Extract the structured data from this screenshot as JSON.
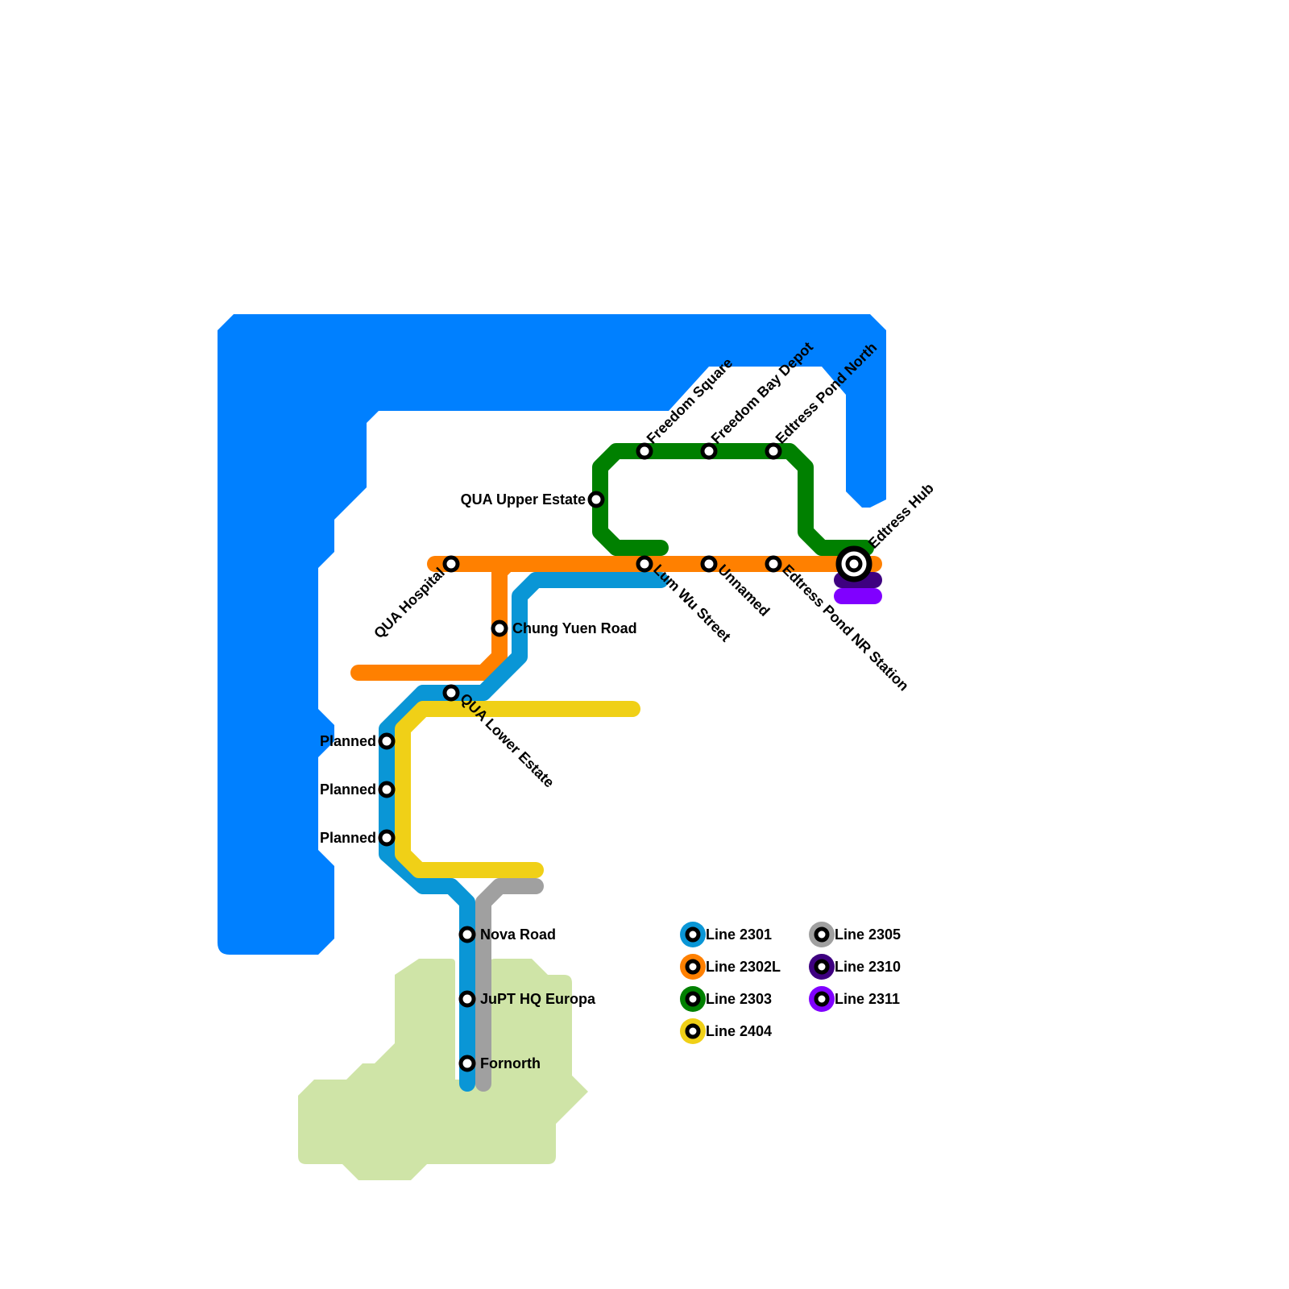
{
  "map": {
    "colors": {
      "water": "#0080ff",
      "park": "#cfe4a7",
      "station_fill": "#ffffff",
      "station_stroke": "#000000"
    },
    "lines": [
      {
        "id": "2301",
        "name": "Line 2301",
        "color": "#0a96d6"
      },
      {
        "id": "2302L",
        "name": "Line 2302L",
        "color": "#ff8000"
      },
      {
        "id": "2303",
        "name": "Line 2303",
        "color": "#008000"
      },
      {
        "id": "2404",
        "name": "Line 2404",
        "color": "#f0d017"
      },
      {
        "id": "2305",
        "name": "Line 2305",
        "color": "#a0a0a0"
      },
      {
        "id": "2310",
        "name": "Line 2310",
        "color": "#3e0080"
      },
      {
        "id": "2311",
        "name": "Line 2311",
        "color": "#8000ff"
      }
    ],
    "stations": [
      {
        "name": "Freedom Square",
        "lines": [
          "2303",
          "2302L"
        ]
      },
      {
        "name": "Freedom Bay Depot",
        "lines": [
          "2303"
        ]
      },
      {
        "name": "Edtress Pond North",
        "lines": [
          "2303"
        ]
      },
      {
        "name": "Edtress Hub",
        "lines": [
          "2302L",
          "2303",
          "2310",
          "2311"
        ],
        "interchange": true
      },
      {
        "name": "QUA Upper Estate",
        "lines": [
          "2303"
        ]
      },
      {
        "name": "QUA Hospital",
        "lines": [
          "2302L"
        ]
      },
      {
        "name": "Lum Wu Street",
        "lines": [
          "2302L"
        ]
      },
      {
        "name": "Unnamed",
        "lines": [
          "2302L"
        ]
      },
      {
        "name": "Edtress Pond NR Station",
        "lines": [
          "2302L"
        ]
      },
      {
        "name": "Chung Yuen Road",
        "lines": [
          "2302L",
          "2301"
        ]
      },
      {
        "name": "QUA Lower Estate",
        "lines": [
          "2301"
        ]
      },
      {
        "name": "Planned",
        "lines": [
          "2301"
        ]
      },
      {
        "name": "Planned",
        "lines": [
          "2301"
        ]
      },
      {
        "name": "Planned",
        "lines": [
          "2301"
        ]
      },
      {
        "name": "Nova Road",
        "lines": [
          "2301",
          "2305"
        ]
      },
      {
        "name": "JuPT HQ Europa",
        "lines": [
          "2301",
          "2305"
        ]
      },
      {
        "name": "Fornorth",
        "lines": [
          "2301",
          "2305"
        ]
      }
    ]
  },
  "legend": {
    "items": [
      {
        "label": "Line 2301",
        "color": "#0a96d6"
      },
      {
        "label": "Line 2302L",
        "color": "#ff8000"
      },
      {
        "label": "Line 2303",
        "color": "#008000"
      },
      {
        "label": "Line 2404",
        "color": "#f0d017"
      },
      {
        "label": "Line 2305",
        "color": "#a0a0a0"
      },
      {
        "label": "Line 2310",
        "color": "#3e0080"
      },
      {
        "label": "Line 2311",
        "color": "#8000ff"
      }
    ]
  }
}
